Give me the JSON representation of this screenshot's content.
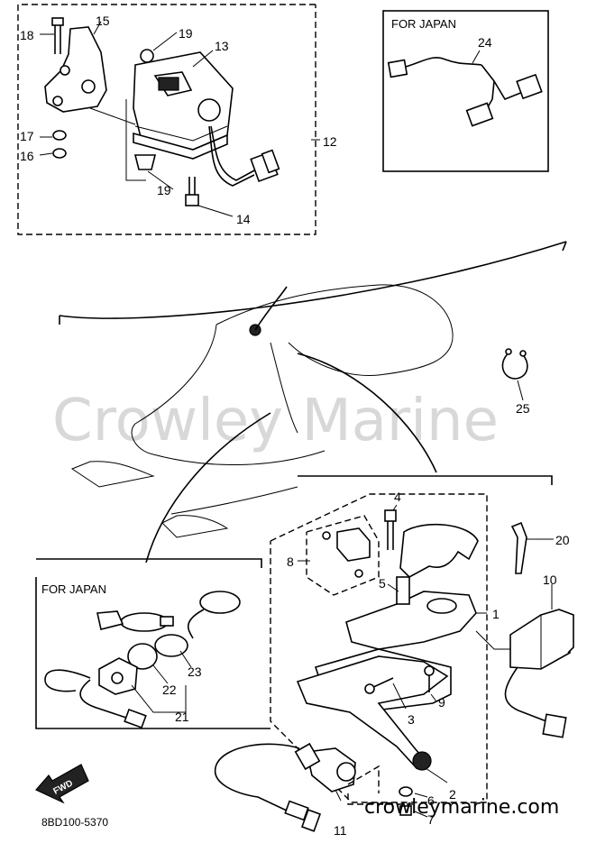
{
  "watermark": "Crowley Marine",
  "site": "crowleymarine.com",
  "diagram_code": "8BD100-5370",
  "fwd_label": "FWD",
  "insets": {
    "japan_top": "FOR JAPAN",
    "japan_bottom": "FOR JAPAN"
  },
  "callouts": [
    "1",
    "2",
    "3",
    "4",
    "5",
    "6",
    "7",
    "8",
    "9",
    "10",
    "11",
    "12",
    "13",
    "14",
    "15",
    "16",
    "17",
    "18",
    "19",
    "19",
    "20",
    "21",
    "22",
    "23",
    "24",
    "25"
  ]
}
